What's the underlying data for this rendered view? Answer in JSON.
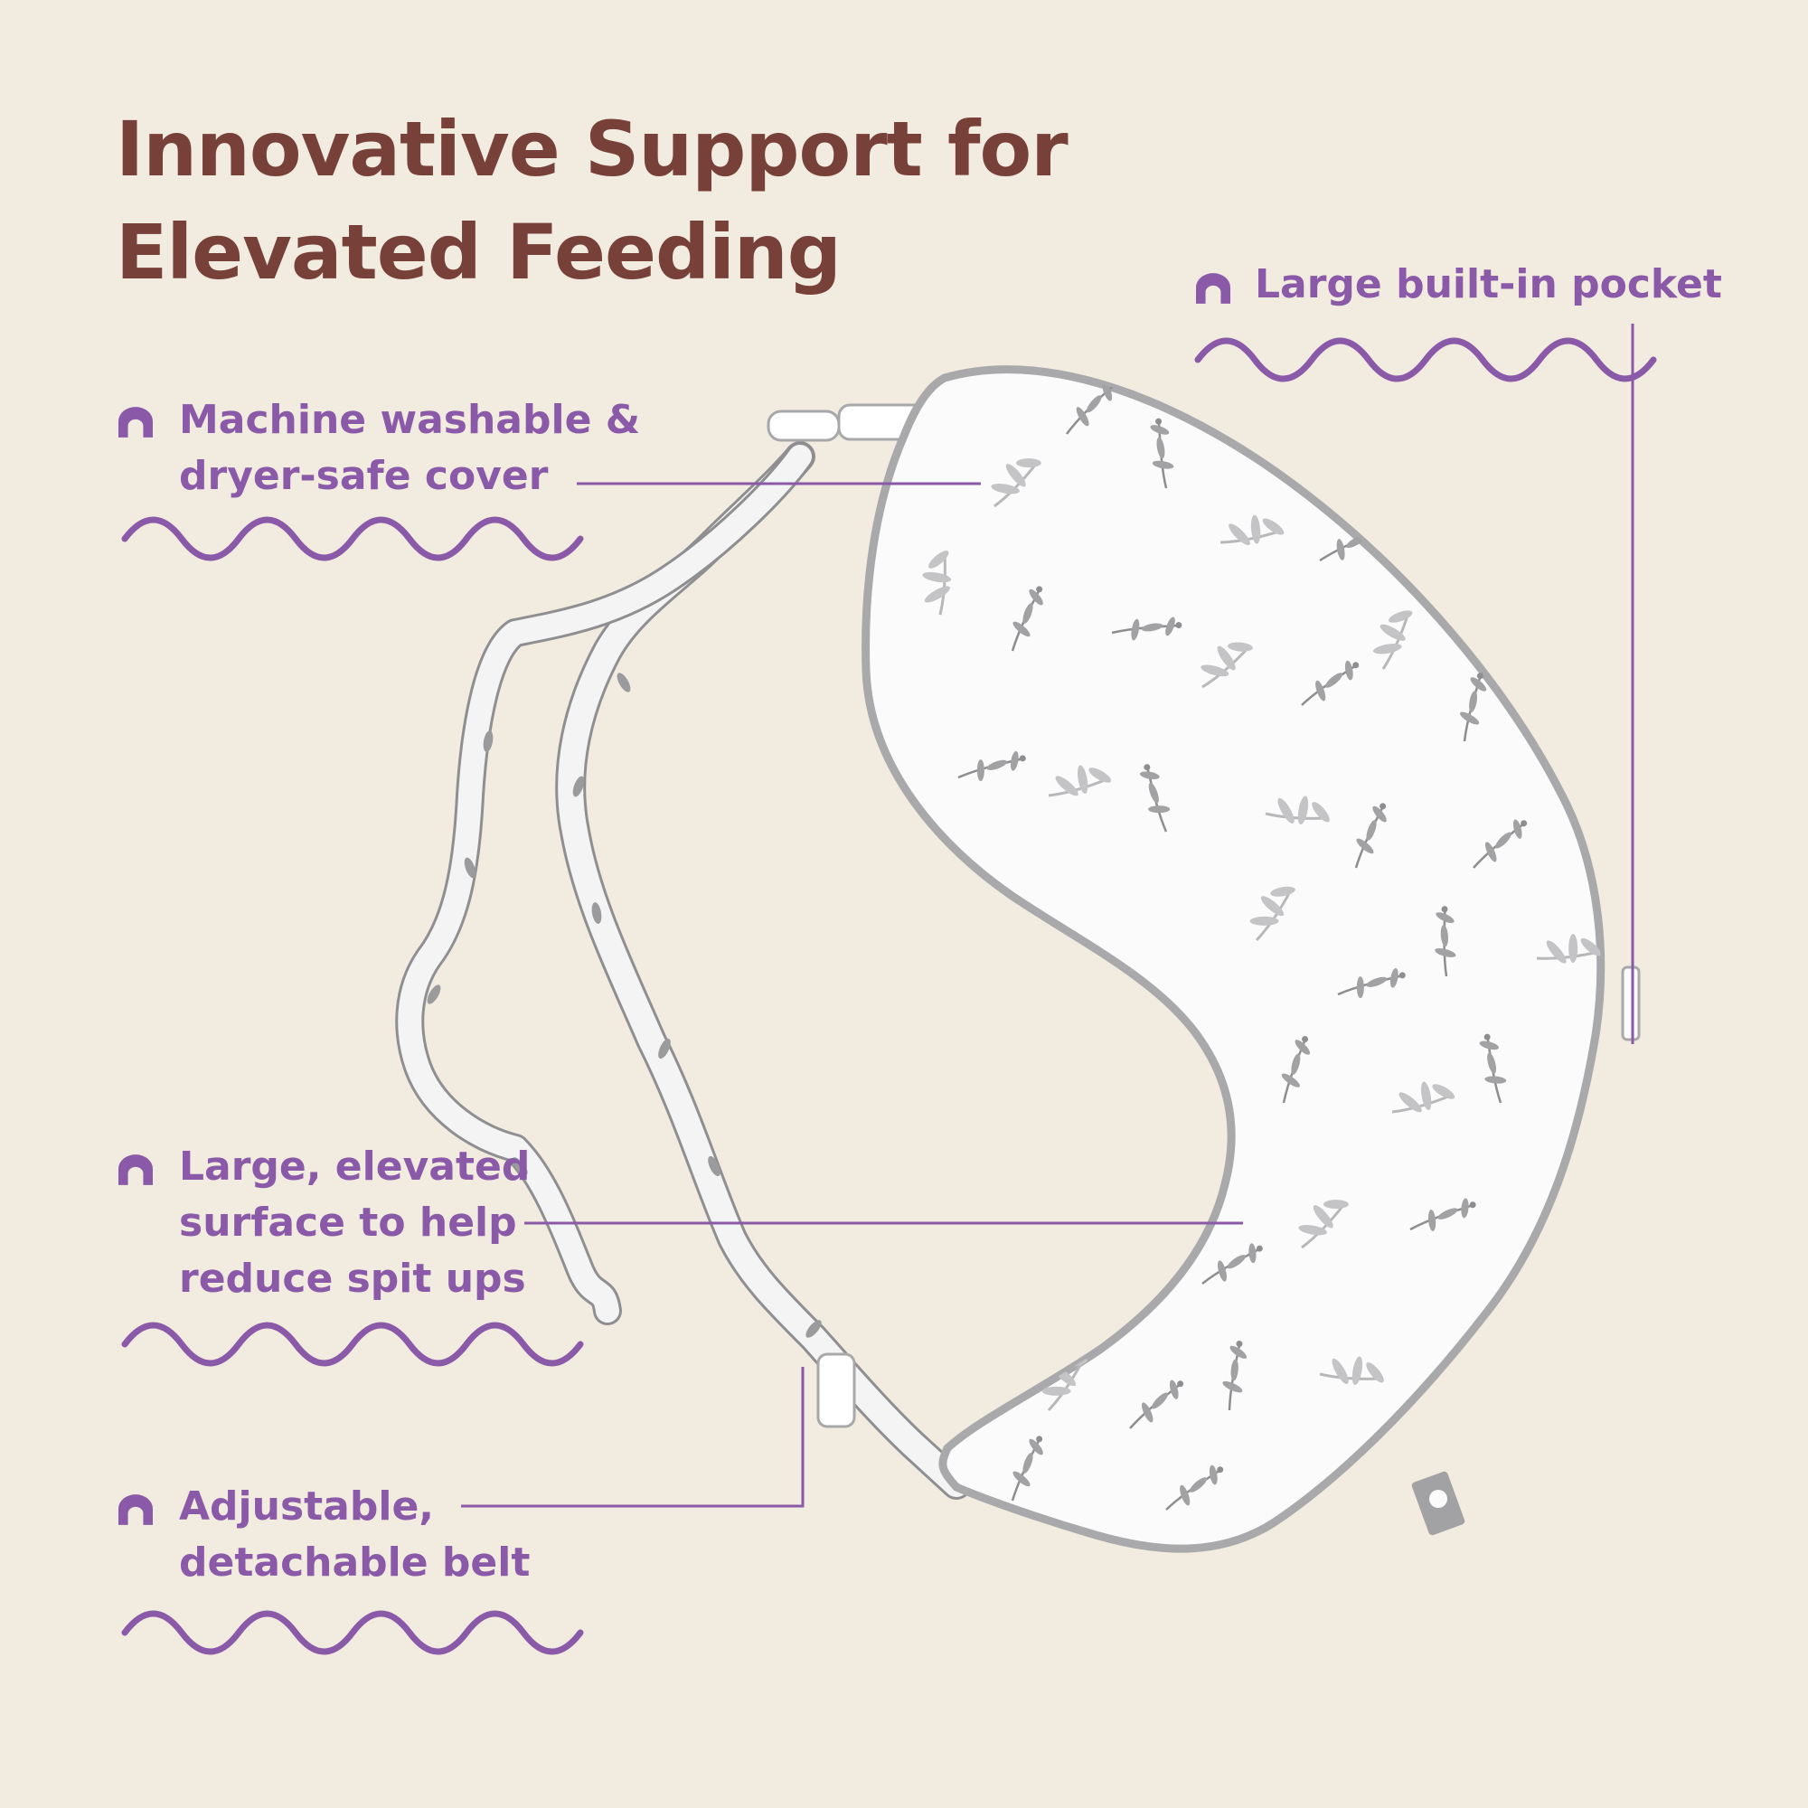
{
  "title": {
    "line1": "Innovative Support for",
    "line2": "Elevated Feeding"
  },
  "features": {
    "pocket": {
      "line1": "Large built-in pocket"
    },
    "cover": {
      "line1": "Machine washable &",
      "line2": "dryer-safe cover"
    },
    "surface": {
      "line1": "Large, elevated",
      "line2": "surface to help",
      "line3": "reduce spit ups"
    },
    "belt": {
      "line1": "Adjustable,",
      "line2": "detachable belt"
    }
  },
  "colors": {
    "background": "#f1ebe0",
    "title": "#774038",
    "accent": "#8a5aa8",
    "pillow": "#fbfbfb",
    "piping": "#a9a9ab"
  },
  "icons": {
    "bullet": "arch-icon",
    "divider": "wave-divider-icon"
  }
}
